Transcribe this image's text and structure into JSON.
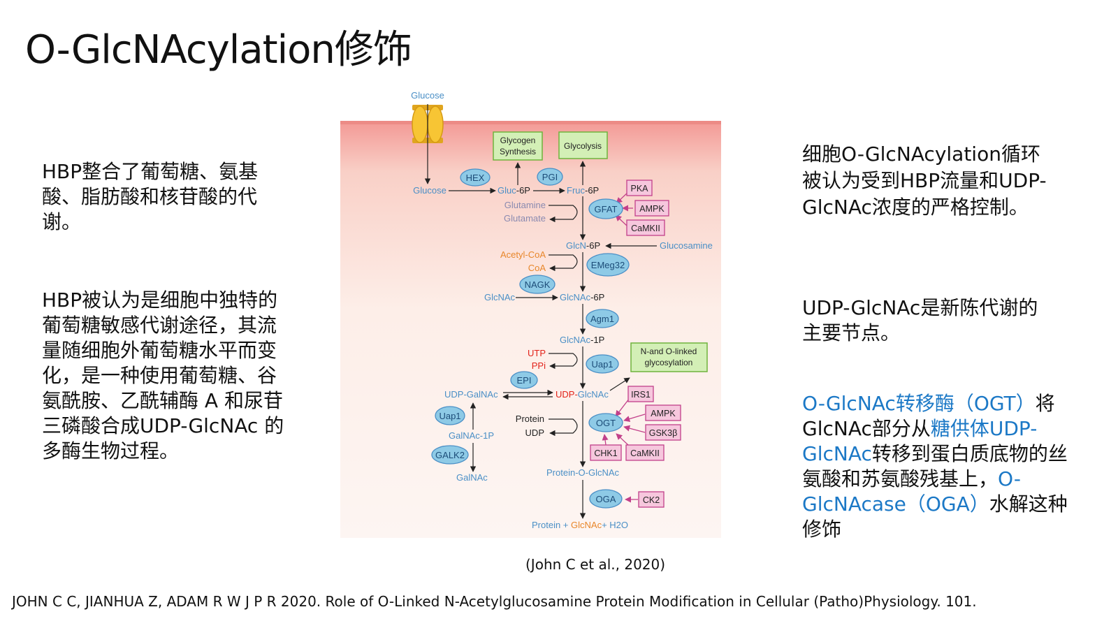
{
  "title": "O-GlcNAcylation修饰",
  "left": {
    "p1": "HBP整合了葡萄糖、氨基酸、脂肪酸和核苷酸的代谢。",
    "p2": "HBP被认为是细胞中独特的葡萄糖敏感代谢途径，其流量随细胞外葡萄糖水平而变化，是一种使用葡萄糖、谷氨酰胺、乙酰辅酶 A 和尿苷三磷酸合成UDP-GlcNAc 的多酶生物过程。"
  },
  "right": {
    "p1": "细胞O-GlcNAcylation循环被认为受到HBP流量和UDP-GlcNAc浓度的严格控制。",
    "p2": "UDP-GlcNAc是新陈代谢的主要节点。",
    "p3": {
      "a": "O-GlcNAc转移酶（OGT）",
      "b": "将GlcNAc部分从",
      "c": "糖供体UDP-GlcNAc",
      "d": "转移到蛋白质底物的丝氨酸和苏氨酸残基上，",
      "e": "O-GlcNAcase（OGA）",
      "f": "水解这种修饰"
    }
  },
  "caption": "(John C et al., 2020)",
  "reference": "JOHN C C, JIANHUA Z, ADAM R W J P R 2020. Role of O-Linked N-Acetylglucosamine Protein Modification in Cellular (Patho)Physiology. 101.",
  "diagram": {
    "glucose_top": "Glucose",
    "glucose": "Glucose",
    "gluc6p_a": "Gluc",
    "gluc6p_b": "-6P",
    "fruc6p_a": "Fruc",
    "fruc6p_b": "-6P",
    "glycogen1": "Glycogen",
    "glycogen2": "Synthesis",
    "glycolysis": "Glycolysis",
    "glutamine": "Glutamine",
    "glutamate": "Glutamate",
    "glcn6p_a": "GlcN",
    "glcn6p_b": "-6P",
    "glucosamine": "Glucosamine",
    "acetylcoa": "Acetyl-CoA",
    "coa": "CoA",
    "glcnac": "GlcNAc",
    "glcnac6p_a": "GlcNAc",
    "glcnac6p_b": "-6P",
    "glcnac1p_a": "GlcNAc",
    "glcnac1p_b": "-1P",
    "utp": "UTP",
    "ppi": "PPi",
    "udpglcnac_a": "UDP-",
    "udpglcnac_b": "GlcNAc",
    "udpgalnac": "UDP-GalNAc",
    "galnac1p": "GalNAc-1P",
    "galnac": "GalNAc",
    "protein": "Protein",
    "udp": "UDP",
    "protein_oglcnac_a": "Protein-O-",
    "protein_oglcnac_b": "GlcNAc",
    "final_a": "Protein + ",
    "final_b": "GlcNAc",
    "final_c": "+ H2O",
    "nlinked1": "N-and O-linked",
    "nlinked2": "glycosylation",
    "enzymes": {
      "hex": "HEX",
      "pgi": "PGI",
      "gfat": "GFAT",
      "emeg32": "EMeg32",
      "nagk": "NAGK",
      "agm1": "Agm1",
      "uap1": "Uap1",
      "epi": "EPI",
      "uap1b": "Uap1",
      "galk2": "GALK2",
      "ogt": "OGT",
      "oga": "OGA"
    },
    "regulators": {
      "pka": "PKA",
      "ampk": "AMPK",
      "camkii": "CaMKII",
      "irs1": "IRS1",
      "ampk2": "AMPK",
      "gsk3b": "GSK3β",
      "chk1": "CHK1",
      "camkii2": "CaMKII",
      "ck2": "CK2"
    },
    "colors": {
      "metabolite": "#4a8fc6",
      "enzyme_fill": "#8ecae6",
      "regulator_fill": "#f6c7dd",
      "regulator_stroke": "#c2408a",
      "pathway_fill": "#d3efb6",
      "pathway_stroke": "#6fb33d",
      "orange": "#e8862a",
      "red": "#e2231a"
    }
  }
}
